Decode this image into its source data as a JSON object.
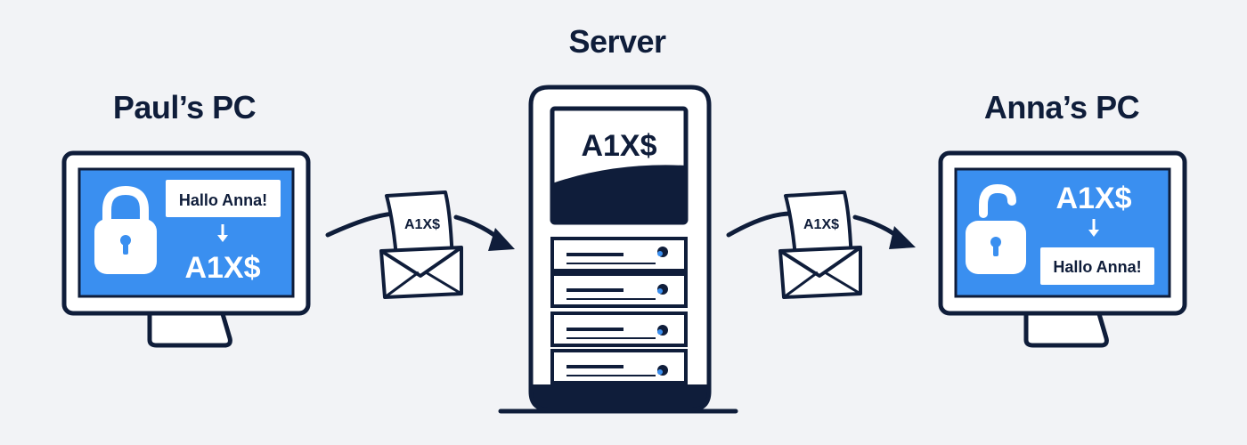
{
  "labels": {
    "paul_title": "Paul’s PC",
    "server_title": "Server",
    "anna_title": "Anna’s PC"
  },
  "paul_pc": {
    "message": "Hallo Anna!",
    "ciphertext": "A1X$",
    "icon": "locked-padlock-icon"
  },
  "envelope_left": {
    "text": "A1X$",
    "icon": "envelope-letter-icon"
  },
  "server": {
    "screen_text": "A1X$",
    "drive_count": 4
  },
  "envelope_right": {
    "text": "A1X$",
    "icon": "envelope-letter-icon"
  },
  "anna_pc": {
    "ciphertext": "A1X$",
    "message": "Hallo Anna!",
    "icon": "unlocked-padlock-icon"
  },
  "colors": {
    "background": "#f2f3f6",
    "ink": "#0f1d3a",
    "screen_blue": "#3a8ff0",
    "accent_dot": "#3a8ff0",
    "white": "#ffffff"
  }
}
